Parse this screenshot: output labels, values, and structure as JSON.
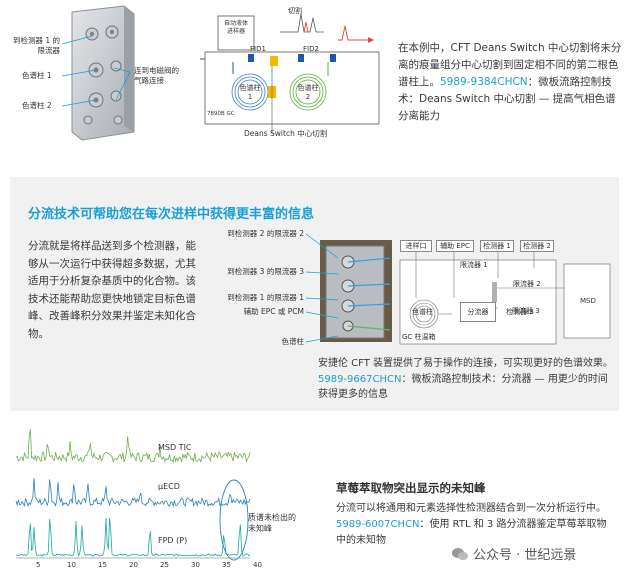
{
  "top": {
    "left_labels": [
      "到检测器 1 的",
      "限流器",
      "色谱柱 1",
      "色谱柱 2"
    ],
    "connect_label": [
      "连到电磁阀的",
      "气路连接"
    ],
    "diagram": {
      "inj_label": [
        "自动液体",
        "进样器"
      ],
      "cut_label": "切割",
      "fid1": "FID1",
      "fid2": "FID2",
      "col1": [
        "色谱柱",
        "1"
      ],
      "col2": [
        "色谱柱",
        "2"
      ],
      "gc": "7890B GC",
      "caption": "Deans Switch 中心切割"
    },
    "text_plain": "在本例中，CFT Deans Switch 中心切割将未分离的痕量组分中心切割到固定相不同的第二根色谱柱上。",
    "text_link": "5989-9384CHCN",
    "text_tail": "：微板流路控制技术：Deans Switch 中心切割 — 提高气相色谱分离能力"
  },
  "middle": {
    "title": "分流技术可帮助您在每次进样中获得更丰富的信息",
    "body": "分流就是将样品送到多个检测器，能够从一次运行中获得超多数据，尤其适用于分析复杂基质中的化合物。该技术还能帮助您更快地锁定目标色谱峰、改善峰积分效果并鉴定未知化合物。",
    "photo_labels": [
      "到检测器 2 的限流器 2",
      "到检测器 3 的限流器 3",
      "到检测器 1 的限流器 1",
      "辅助 EPC 或 PCM",
      "色谱柱"
    ],
    "schema": {
      "inlet": "进样口",
      "aux_epc": "辅助 EPC",
      "det1": "检测器 1",
      "det2": "检测器 2",
      "r1": "限流器 1",
      "r2": "限流器 2",
      "r3": "限流器 3",
      "splitter": "分流器",
      "det3": "检测器 3",
      "column": "色谱柱",
      "msd": "MSD",
      "oven": "GC 柱温箱"
    },
    "caption_plain": "安捷伦 CFT 装置提供了易于操作的连接，可实现更好的色谱效果。",
    "caption_link": "5989-9667CHCN",
    "caption_tail": "：微板流路控制技术：分流器 — 用更少的时间获得更多的信息"
  },
  "bottom": {
    "trace_labels": [
      "MSD TIC",
      "μECD",
      "FPD (P)"
    ],
    "x_ticks": [
      "5",
      "10",
      "15",
      "20",
      "25",
      "30",
      "35",
      "40"
    ],
    "unknown_label": [
      "质谱未检出的",
      "未知峰"
    ],
    "title": "草莓萃取物突出显示的未知峰",
    "text_plain": "分流可以将通用和元素选择性检测器结合到一次分析运行中。",
    "text_link": "5989-6007CHCN",
    "text_tail": "：使用 RTL 和 3 路分流器鉴定草莓萃取物中的未知物"
  },
  "watermark": "公众号 · 世纪远景",
  "colors": {
    "accent": "#1a9fd6",
    "green": "#6ab04c",
    "blue": "#2a7fc0",
    "teal": "#1fa89a"
  }
}
